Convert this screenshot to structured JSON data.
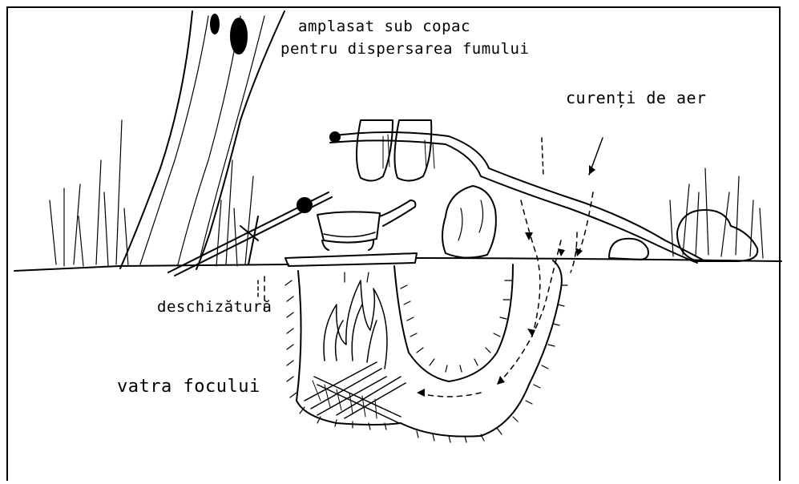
{
  "labels": {
    "placement_line1": "amplasat sub copac",
    "placement_line2": "pentru dispersarea fumului",
    "air_currents": "curenți de aer",
    "opening": "deschizătură",
    "fire_hearth": "vatra focului"
  },
  "colors": {
    "ink": "#000000",
    "paper": "#ffffff"
  }
}
